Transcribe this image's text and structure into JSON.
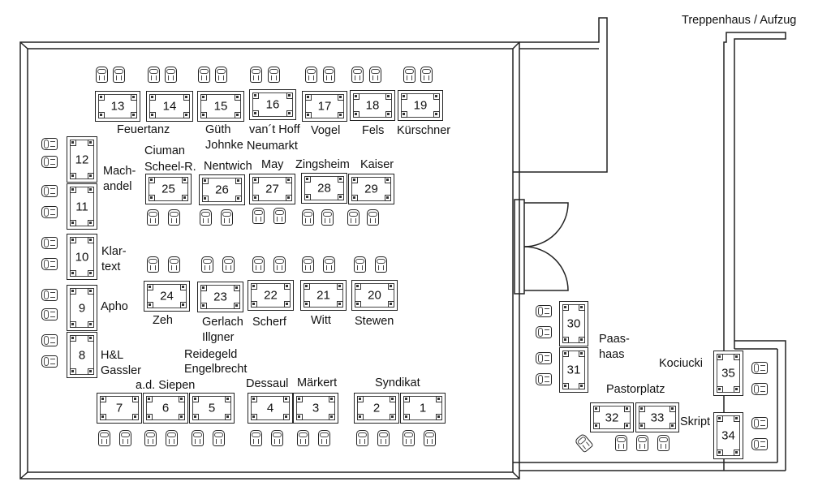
{
  "stair_label": "Treppenhaus / Aufzug",
  "tables": [
    "1",
    "2",
    "3",
    "4",
    "5",
    "6",
    "7",
    "8",
    "9",
    "10",
    "11",
    "12",
    "13",
    "14",
    "15",
    "16",
    "17",
    "18",
    "19",
    "20",
    "21",
    "22",
    "23",
    "24",
    "25",
    "26",
    "27",
    "28",
    "29",
    "30",
    "31",
    "32",
    "33",
    "34",
    "35"
  ],
  "labels": {
    "feuertanz": "Feuertanz",
    "gueth": "Güth",
    "johnke": "Johnke",
    "vanthoff": "van´t Hoff",
    "neumarkt": "Neumarkt",
    "vogel": "Vogel",
    "fels": "Fels",
    "kuerschner": "Kürschner",
    "ciuman": "Ciuman",
    "scheel": "Scheel-R.",
    "nentwich": "Nentwich",
    "may": "May",
    "zingsheim": "Zingsheim",
    "kaiser": "Kaiser",
    "machandel_1": "Mach-",
    "machandel_2": "andel",
    "klartext_1": "Klar-",
    "klartext_2": "text",
    "apho": "Apho",
    "hl": "H&L",
    "gassler": "Gassler",
    "zeh": "Zeh",
    "gerlach": "Gerlach",
    "illgner": "Illgner",
    "scherf": "Scherf",
    "witt": "Witt",
    "stewen": "Stewen",
    "reidegeld": "Reidegeld",
    "engelbrecht": "Engelbrecht",
    "siepen": "a.d. Siepen",
    "dessaul": "Dessaul",
    "maerkert": "Märkert",
    "syndikat": "Syndikat",
    "paashaas_1": "Paas-",
    "paashaas_2": "haas",
    "kociucki": "Kociucki",
    "pastorplatz": "Pastorplatz",
    "skript": "Skript"
  }
}
